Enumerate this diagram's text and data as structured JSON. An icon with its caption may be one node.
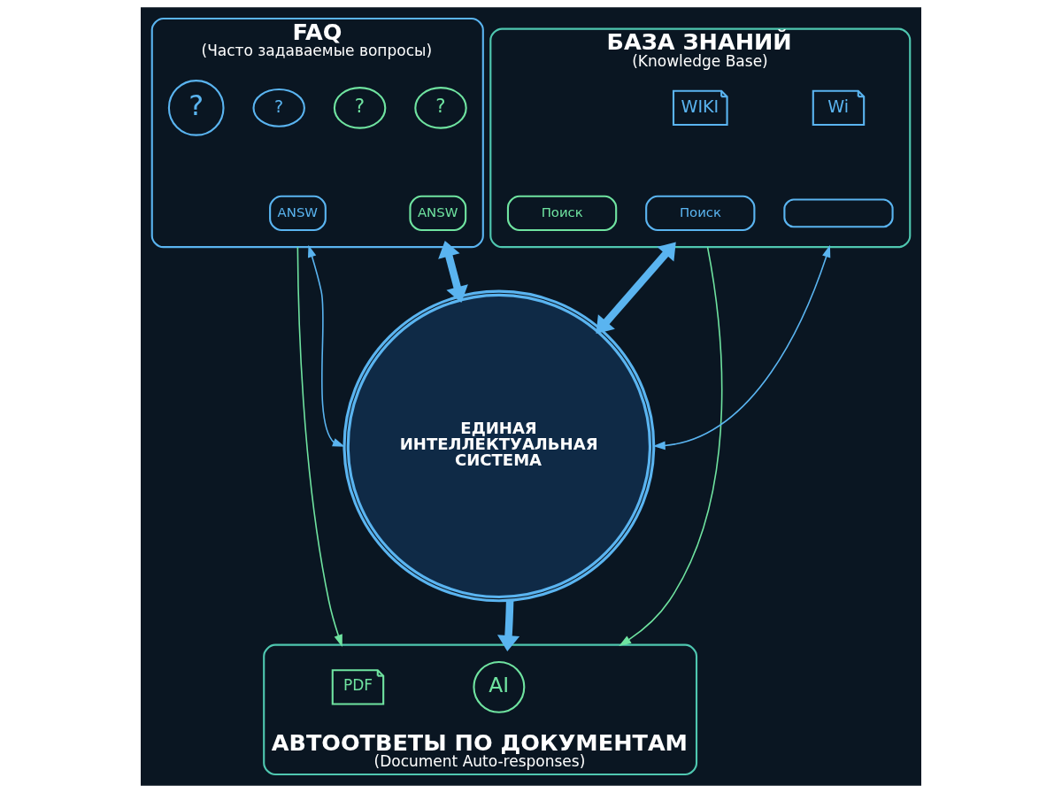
{
  "diagram": {
    "nodes": [
      {
        "text": [
          "FAQ",
          "(Часто задаваемые вопросы)"
        ]
      },
      {
        "text": [
          "?"
        ],
        "in": 0
      },
      {
        "text": [
          "?"
        ],
        "in": 0
      },
      {
        "text": [
          "?"
        ],
        "in": 0
      },
      {
        "text": [
          "?"
        ],
        "in": 0
      },
      {
        "text": [
          "ANSW"
        ],
        "in": 0
      },
      {
        "text": [
          "ANSW"
        ],
        "in": 0
      },
      {
        "text": [
          "БАЗА ЗНАНИЙ",
          "(Knowledge Base)"
        ]
      },
      {
        "text": [
          "WIKI"
        ],
        "in": 7
      },
      {
        "text": [
          "Wi"
        ],
        "in": 7
      },
      {
        "text": [
          "Поиск"
        ],
        "in": 7
      },
      {
        "text": [
          "Поиск"
        ],
        "in": 7
      },
      {
        "text": [],
        "shape": "box",
        "in": 7
      },
      {
        "text": [
          "ЕДИНАЯ ИНТЕЛЛЕКТУАЛЬНАЯ СИСТЕМА"
        ]
      },
      {
        "text": [
          "АВТООТВЕТЫ ПО ДОКУМЕНТАМ",
          "(Document Auto-responses)"
        ]
      },
      {
        "text": [
          "PDF"
        ],
        "in": 14
      },
      {
        "text": [
          "AI"
        ],
        "in": 14
      }
    ],
    "edges": [
      {
        "from": 0,
        "to": 13,
        "arrow": "both",
        "style": "thick"
      },
      {
        "from": 7,
        "to": 13,
        "arrow": "both",
        "style": "thick"
      },
      {
        "from": 13,
        "to": 14,
        "arrow": "to",
        "style": "thick"
      },
      {
        "from": 0,
        "to": 13,
        "arrow": "both"
      },
      {
        "from": 7,
        "to": 13,
        "arrow": "both"
      },
      {
        "from": 0,
        "to": 14,
        "arrow": "to",
        "color": "#6fe3a0"
      },
      {
        "from": 7,
        "to": 14,
        "arrow": "to",
        "color": "#6fe3a0"
      }
    ]
  }
}
